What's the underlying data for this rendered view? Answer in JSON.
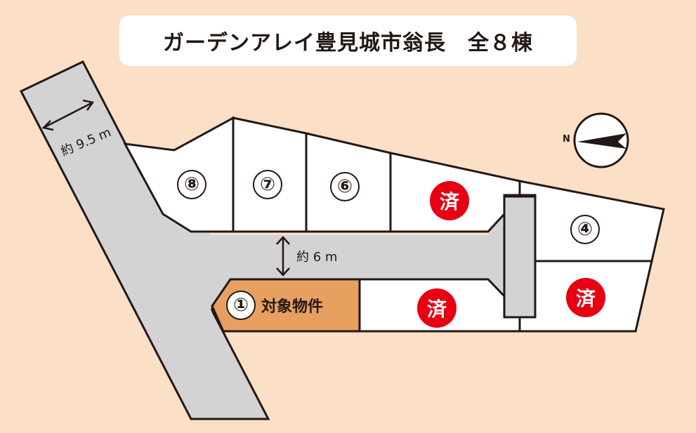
{
  "title": "ガーデンアレイ豊見城市翁長　全８棟",
  "colors": {
    "background": "#fbdfc6",
    "road": "#d3d3d3",
    "lot": "#ffffff",
    "target_lot": "#e8a060",
    "sold_badge": "#e60012",
    "line": "#231815"
  },
  "lots": {
    "lot8": "⑧",
    "lot7": "⑦",
    "lot6": "⑥",
    "lot4": "④",
    "lot1": "①"
  },
  "sold_label": "済",
  "target_label": "対象物件",
  "road_widths": {
    "main": "約 9.5 m",
    "inner": "約 6 m"
  },
  "compass": {
    "direction": "N",
    "icon": "north-arrow-icon"
  }
}
